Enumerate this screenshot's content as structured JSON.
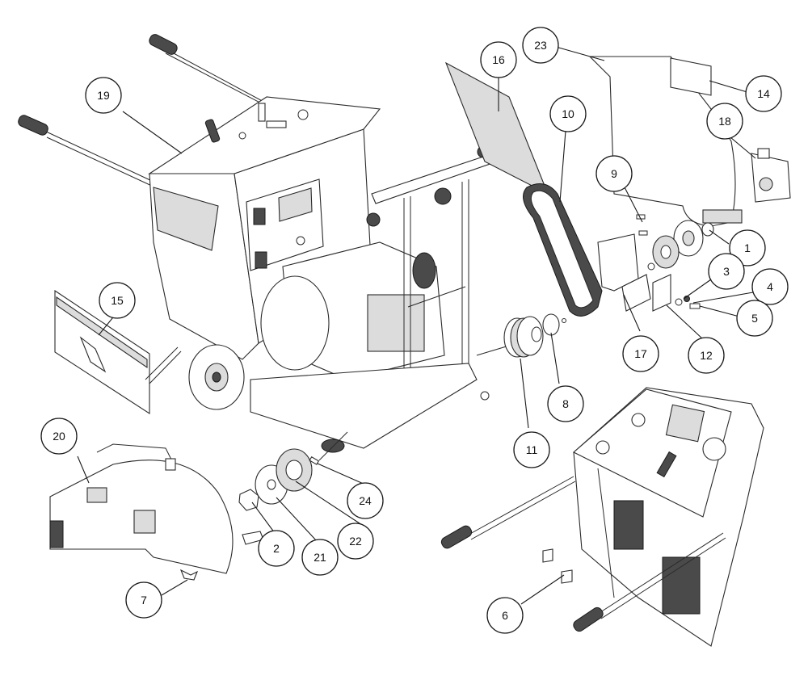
{
  "callouts": [
    {
      "id": "callout-1",
      "label": "1"
    },
    {
      "id": "callout-2",
      "label": "2"
    },
    {
      "id": "callout-3",
      "label": "3"
    },
    {
      "id": "callout-4",
      "label": "4"
    },
    {
      "id": "callout-5",
      "label": "5"
    },
    {
      "id": "callout-6",
      "label": "6"
    },
    {
      "id": "callout-7",
      "label": "7"
    },
    {
      "id": "callout-8",
      "label": "8"
    },
    {
      "id": "callout-9",
      "label": "9"
    },
    {
      "id": "callout-10",
      "label": "10"
    },
    {
      "id": "callout-11",
      "label": "11"
    },
    {
      "id": "callout-12",
      "label": "12"
    },
    {
      "id": "callout-14",
      "label": "14"
    },
    {
      "id": "callout-15",
      "label": "15"
    },
    {
      "id": "callout-16",
      "label": "16"
    },
    {
      "id": "callout-17",
      "label": "17"
    },
    {
      "id": "callout-18",
      "label": "18"
    },
    {
      "id": "callout-19",
      "label": "19"
    },
    {
      "id": "callout-20",
      "label": "20"
    },
    {
      "id": "callout-21",
      "label": "21"
    },
    {
      "id": "callout-22",
      "label": "22"
    },
    {
      "id": "callout-23",
      "label": "23"
    },
    {
      "id": "callout-24",
      "label": "24"
    }
  ],
  "colors": {
    "line": "#1a1a1a",
    "shade": "#dcdcdc",
    "dark": "#4a4a4a",
    "background": "#ffffff"
  }
}
